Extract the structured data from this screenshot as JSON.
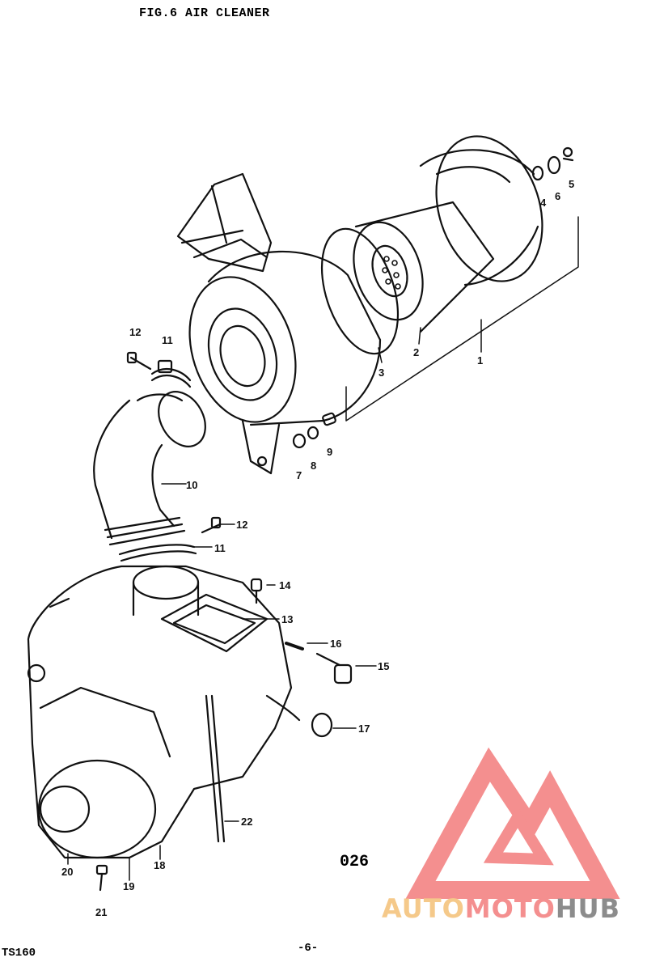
{
  "title": "FIG.6  AIR CLEANER",
  "model": "TS160",
  "page_number": "-6-",
  "page_code": "026",
  "watermark": {
    "part1": "AUTO",
    "part2": "MOTO",
    "part3": "HUB",
    "colors": {
      "auto": "#f5c98a",
      "moto": "#f48f8f",
      "hub": "#8c8c8c",
      "logo": "#f48f8f"
    }
  },
  "callouts": [
    "1",
    "2",
    "3",
    "4",
    "5",
    "6",
    "7",
    "8",
    "9",
    "10",
    "11",
    "11",
    "12",
    "12",
    "13",
    "14",
    "15",
    "16",
    "17",
    "18",
    "19",
    "20",
    "21",
    "22"
  ]
}
